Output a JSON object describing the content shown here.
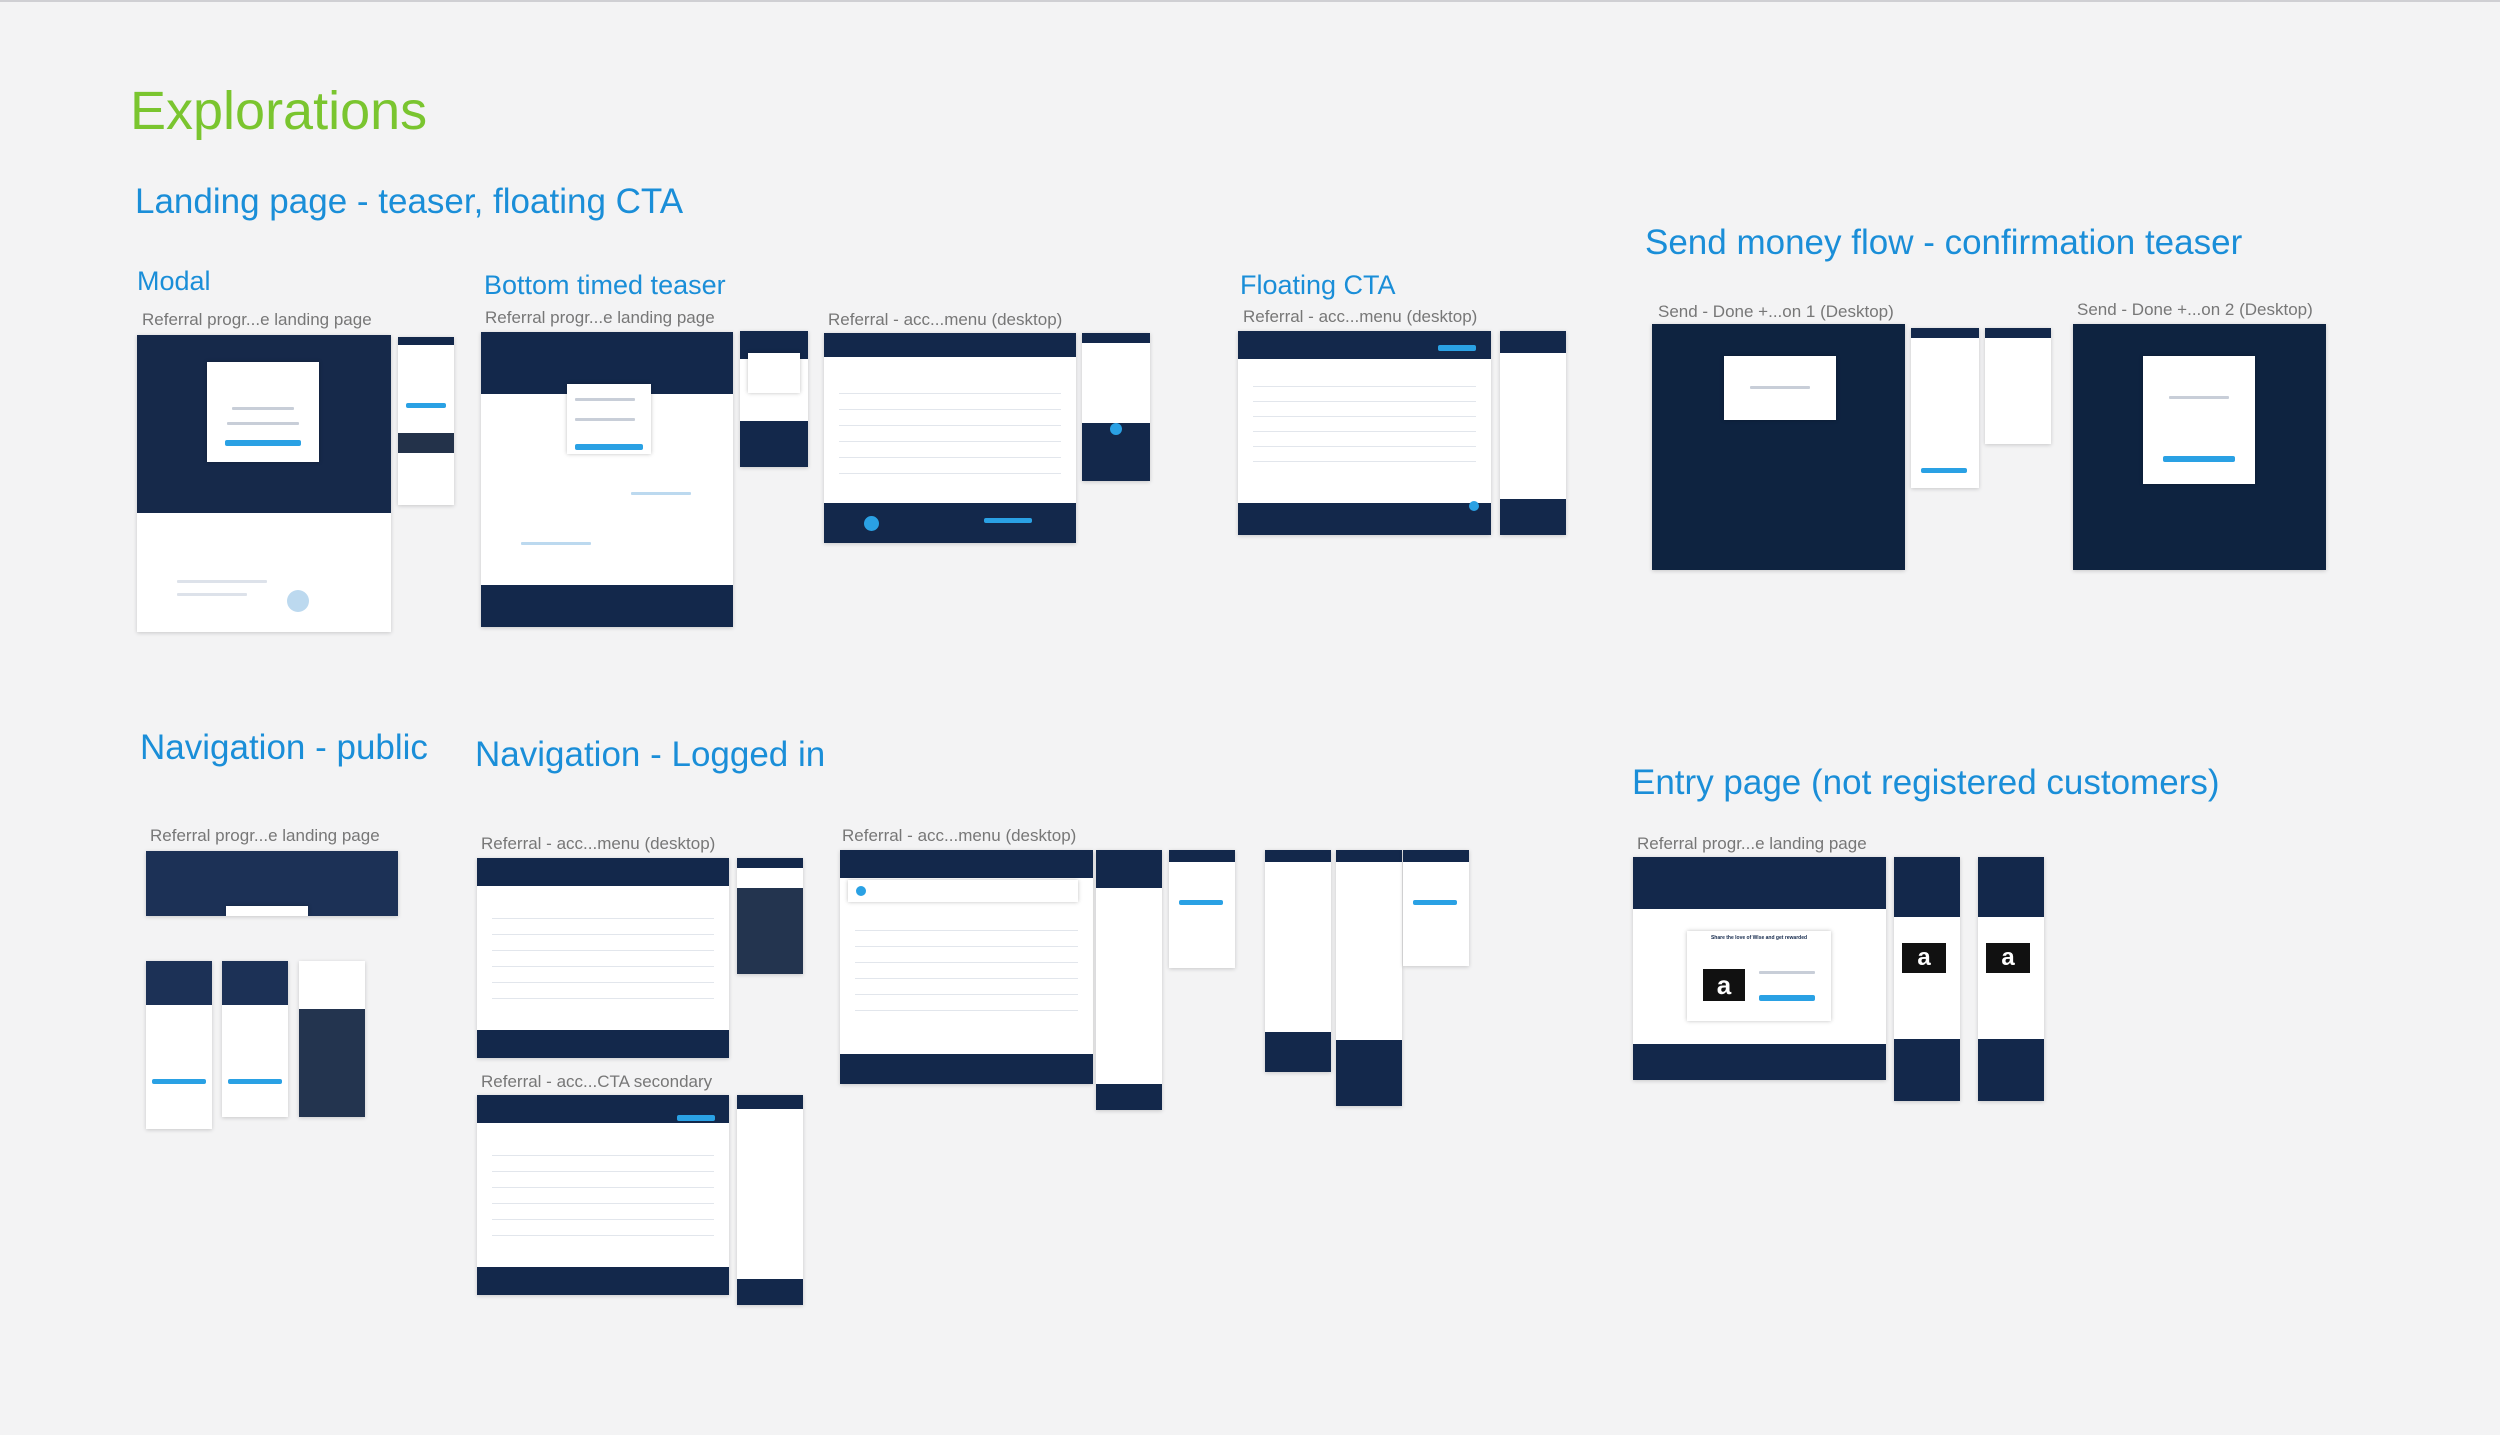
{
  "page": {
    "title": "Explorations",
    "sections": {
      "landing": "Landing page - teaser, floating CTA",
      "send_money": "Send money flow - confirmation teaser",
      "nav_public": "Navigation - public",
      "nav_logged": "Navigation - Logged in",
      "entry": "Entry page (not registered customers)"
    },
    "subsections": {
      "modal": "Modal",
      "bottom_teaser": "Bottom timed teaser",
      "floating_cta": "Floating CTA"
    },
    "artboard_labels": {
      "modal_landing": "Referral progr...e landing page",
      "bottom_landing": "Referral progr...e landing page",
      "acc_menu_1": "Referral - acc...menu (desktop)",
      "float_acc_menu": "Referral - acc...menu (desktop)",
      "send_done_1": "Send - Done +...on 1 (Desktop)",
      "send_done_2": "Send - Done +...on 2 (Desktop)",
      "nav_public_landing": "Referral progr...e landing page",
      "nav_logged_menu_1": "Referral - acc...menu (desktop)",
      "nav_logged_menu_2": "Referral - acc...menu (desktop)",
      "nav_logged_cta": "Referral - acc...CTA secondary",
      "entry_landing": "Referral progr...e landing page"
    },
    "entry_card": {
      "heading": "Share the love of Wise and get rewarded",
      "gift_logo": "a"
    }
  },
  "colors": {
    "heading_green": "#7ac52f",
    "heading_blue": "#1a8ed8",
    "navy": "#13284b",
    "accent": "#2aa1e4"
  }
}
